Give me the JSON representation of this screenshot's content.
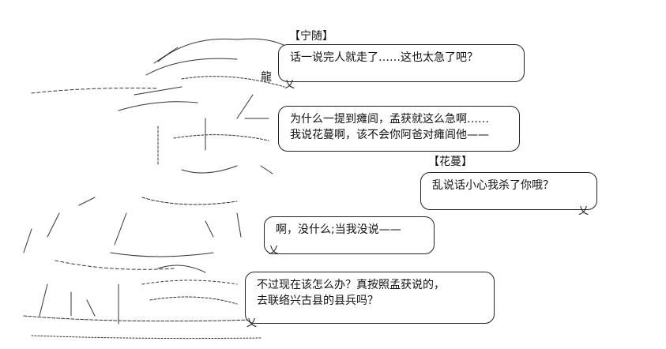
{
  "speakers": {
    "ning_sui": "【宁随】",
    "hua_man": "【花蔓】"
  },
  "dialogue": [
    {
      "lines": [
        "话一说完人就走了……这也太急了吧？"
      ]
    },
    {
      "lines": [
        "为什么一提到瘫闾，孟获就这么急啊……",
        "我说花蔓啊，该不会你阿爸对瘫闾他——"
      ]
    },
    {
      "lines": [
        "乱说话小心我杀了你哦？"
      ]
    },
    {
      "lines": [
        "啊，没什么;当我没说——"
      ]
    },
    {
      "lines": [
        "不过现在该怎么办？真按照孟获说的，",
        "去联络兴古县的县兵吗？"
      ]
    }
  ],
  "art": {
    "character_label": "龍"
  },
  "colors": {
    "ink": "#222222",
    "background": "#ffffff"
  }
}
